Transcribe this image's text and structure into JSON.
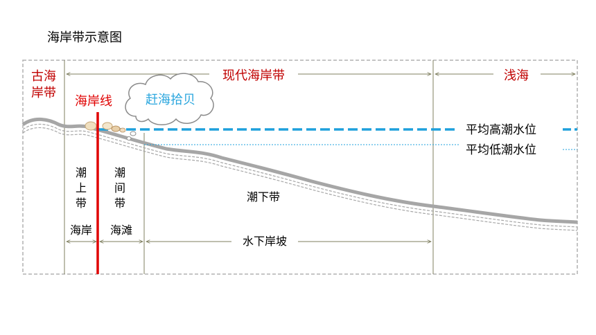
{
  "title": "海岸带示意图",
  "zones": {
    "ancient_l1": "古海",
    "ancient_l2": "岸带",
    "modern": "现代海岸带",
    "shallow": "浅海"
  },
  "coastline": "海岸线",
  "bubble": "赶海拾贝",
  "water_levels": {
    "high": "平均高潮水位",
    "low": "平均低潮水位"
  },
  "tidal_zones": {
    "supra": [
      "潮",
      "上",
      "带"
    ],
    "inter": [
      "潮",
      "间",
      "带"
    ],
    "sub": "潮下带"
  },
  "bottom_labels": {
    "coast": "海岸",
    "beach": "海滩",
    "slope": "水下岸坡"
  },
  "colors": {
    "zone_red": "#c00000",
    "coastline_red": "#e00000",
    "high_tide_blue": "#1ea0dc",
    "bubble_text": "#2aa6de",
    "divider": "#7f7f5f",
    "seabed_gray": "#a6a6a6",
    "frame_gray": "#a0a0a0"
  }
}
